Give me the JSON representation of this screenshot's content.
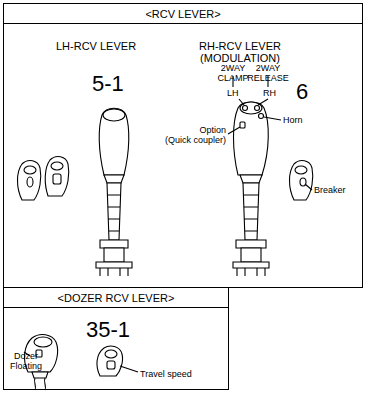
{
  "diagram": {
    "nodes": [
      {
        "text": [
          "<RCV LEVER>"
        ]
      },
      {
        "text": [
          "<DOZER RCV LEVER>"
        ]
      }
    ],
    "labels": [
      "LH-RCV LEVER",
      "RH-RCV LEVER (MODULATION)",
      "5-1",
      "2WAY CLAMP",
      "2WAY RELEASE",
      "LH",
      "RH",
      "6",
      "Horn",
      "Option (Quick coupler)",
      "Breaker",
      "35-1",
      "Dozer Floating",
      "Travel speed"
    ]
  }
}
